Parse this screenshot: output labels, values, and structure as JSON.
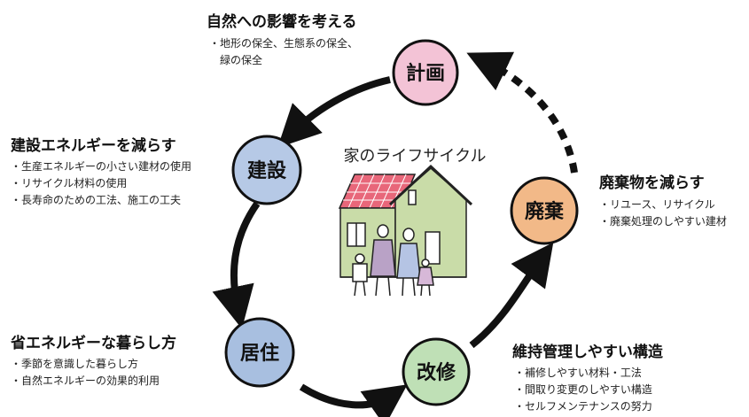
{
  "diagram": {
    "title": "家のライフサイクル",
    "stages": [
      {
        "id": "plan",
        "label": "計画",
        "color": "#f3c3d6"
      },
      {
        "id": "build",
        "label": "建設",
        "color": "#b6c9e6"
      },
      {
        "id": "live",
        "label": "居住",
        "color": "#a8bfe0"
      },
      {
        "id": "repair",
        "label": "改修",
        "color": "#bfe0b6"
      },
      {
        "id": "dispose",
        "label": "廃棄",
        "color": "#f2b988"
      }
    ],
    "sections": {
      "nature": {
        "title": "自然への影響を考える",
        "bullets": [
          "・地形の保全、生態系の保全、",
          "　緑の保全"
        ]
      },
      "build_energy": {
        "title": "建設エネルギーを減らす",
        "bullets": [
          "・生産エネルギーの小さい建材の使用",
          "・リサイクル材料の使用",
          "・長寿命のための工法、施工の工夫"
        ]
      },
      "living": {
        "title": "省エネルギーな暮らし方",
        "bullets": [
          "・季節を意識した暮らし方",
          "・自然エネルギーの効果的利用"
        ]
      },
      "maintenance": {
        "title": "維持管理しやすい構造",
        "bullets": [
          "・補修しやすい材料・工法",
          "・間取り変更のしやすい構造",
          "・セルフメンテナンスの努力"
        ]
      },
      "waste": {
        "title": "廃棄物を減らす",
        "bullets": [
          "・リユース、リサイクル",
          "・廃棄処理のしやすい建材"
        ]
      }
    }
  }
}
